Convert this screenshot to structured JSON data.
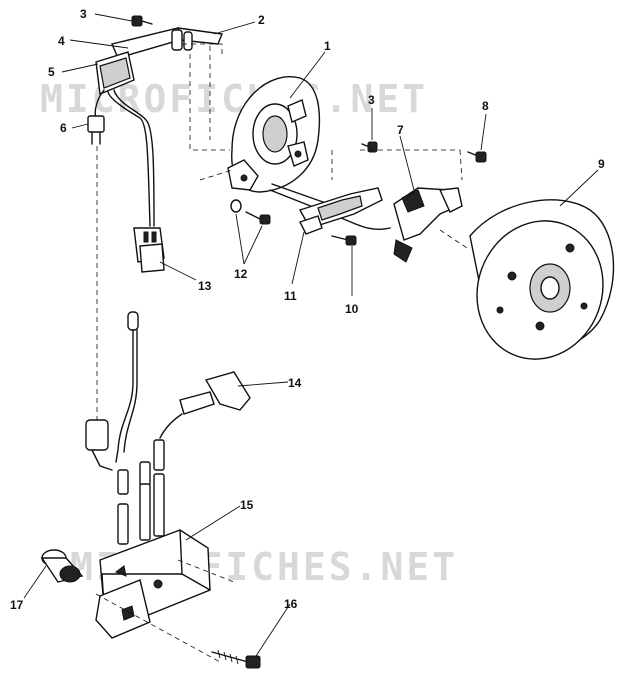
{
  "diagram": {
    "type": "exploded-parts-diagram",
    "callouts": [
      "1",
      "2",
      "3",
      "3",
      "4",
      "5",
      "6",
      "7",
      "8",
      "9",
      "10",
      "11",
      "12",
      "13",
      "14",
      "15",
      "16",
      "17"
    ]
  },
  "watermark": "MICROFICHES.NET"
}
